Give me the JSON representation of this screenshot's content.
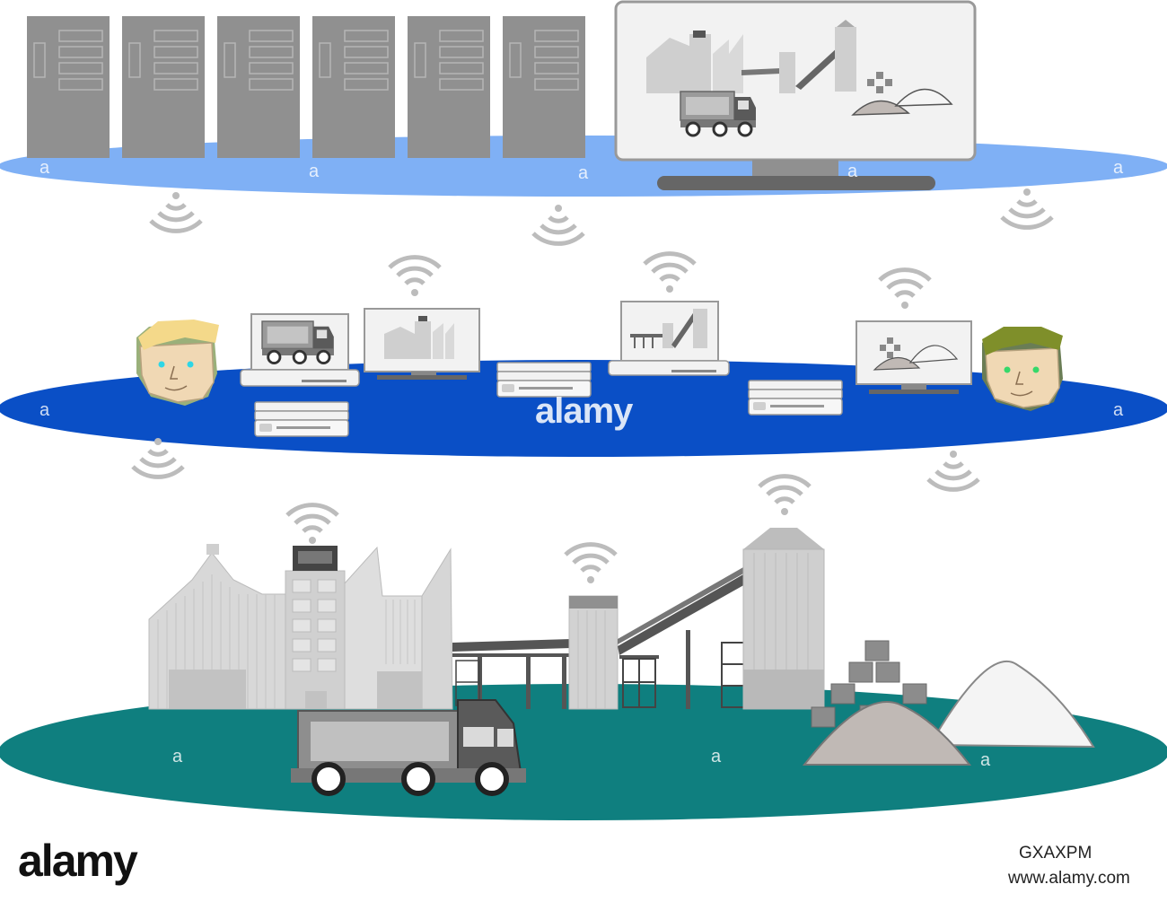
{
  "watermark": {
    "center": "alamy",
    "small": "a"
  },
  "footer": {
    "logo": "alamy",
    "image_id": "GXAXPM",
    "url": "www.alamy.com"
  },
  "colors": {
    "top_platform": "#7fb0f5",
    "middle_platform": "#0a4fc6",
    "bottom_platform": "#0f7f7f",
    "server": "#909090",
    "wifi": "#bcbcbc",
    "building": "#d8d8d8",
    "sand": "#c0b9b5",
    "salt": "#f4f4f4"
  },
  "icons": [
    "server-rack-icon",
    "monitor-icon",
    "wifi-icon",
    "person-head-icon",
    "laptop-icon",
    "hard-drive-stack-icon",
    "factory-icon",
    "silo-icon",
    "conveyor-icon",
    "truck-icon",
    "sand-pile-icon",
    "salt-pile-icon",
    "block-pallet-icon"
  ]
}
